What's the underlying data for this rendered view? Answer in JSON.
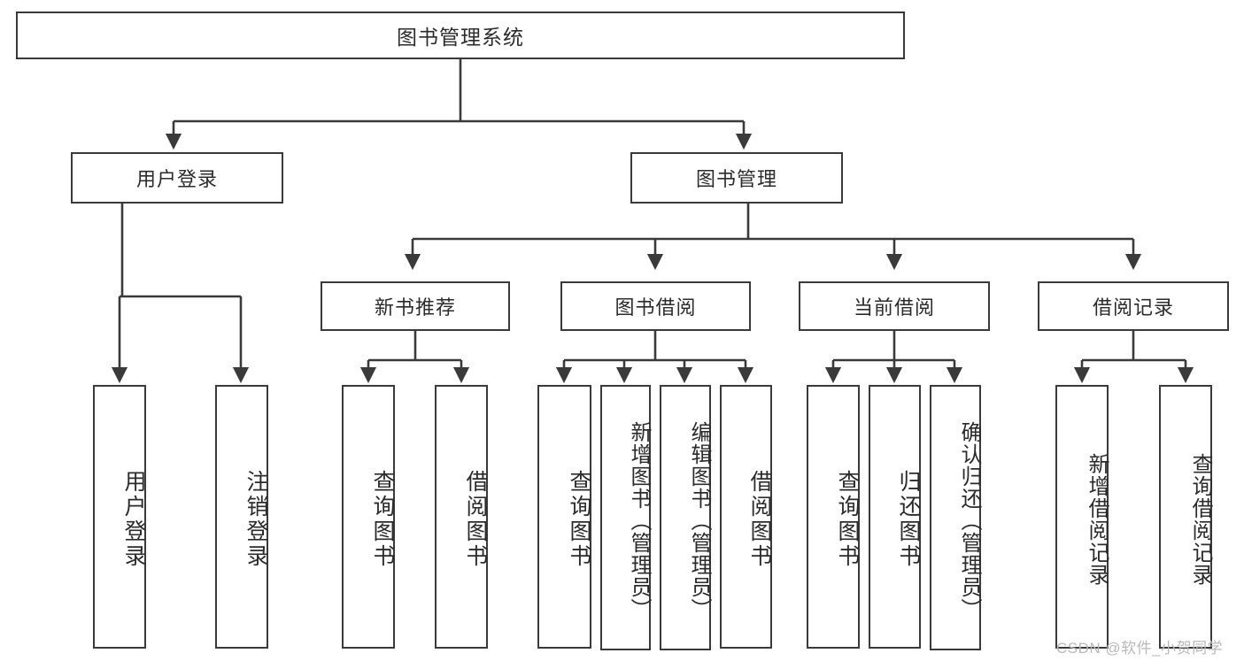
{
  "diagram": {
    "type": "tree",
    "title": "图书管理系统",
    "watermark": "CSDN @软件_小贺同学",
    "root": {
      "label": "图书管理系统"
    },
    "level2": [
      {
        "id": "user-login",
        "label": "用户登录"
      },
      {
        "id": "book-management",
        "label": "图书管理"
      }
    ],
    "level3": [
      {
        "id": "new-book-recommend",
        "label": "新书推荐"
      },
      {
        "id": "book-borrow",
        "label": "图书借阅"
      },
      {
        "id": "current-borrow",
        "label": "当前借阅"
      },
      {
        "id": "borrow-record",
        "label": "借阅记录"
      }
    ],
    "leaves": {
      "user_login": [
        {
          "id": "leaf-user-login",
          "label": "用户登录"
        },
        {
          "id": "leaf-logout-login",
          "label": "注销登录"
        }
      ],
      "new_book_recommend": [
        {
          "id": "leaf-query-book-1",
          "label": "查询图书"
        },
        {
          "id": "leaf-borrow-book-1",
          "label": "借阅图书"
        }
      ],
      "book_borrow": [
        {
          "id": "leaf-query-book-2",
          "label": "查询图书"
        },
        {
          "id": "leaf-add-book",
          "label": "新增图书（管理员）"
        },
        {
          "id": "leaf-edit-book",
          "label": "编辑图书（管理员）"
        },
        {
          "id": "leaf-borrow-book-2",
          "label": "借阅图书"
        }
      ],
      "current_borrow": [
        {
          "id": "leaf-query-book-3",
          "label": "查询图书"
        },
        {
          "id": "leaf-return-book",
          "label": "归还图书"
        },
        {
          "id": "leaf-confirm-return",
          "label": "确认归还（管理员）"
        }
      ],
      "borrow_record": [
        {
          "id": "leaf-add-record",
          "label": "新增借阅记录"
        },
        {
          "id": "leaf-query-record",
          "label": "查询借阅记录"
        }
      ]
    },
    "colors": {
      "stroke": "#3a3a3a",
      "fill": "#ffffff",
      "text": "#2b2b2b",
      "watermark": "#b9b9b9"
    }
  }
}
